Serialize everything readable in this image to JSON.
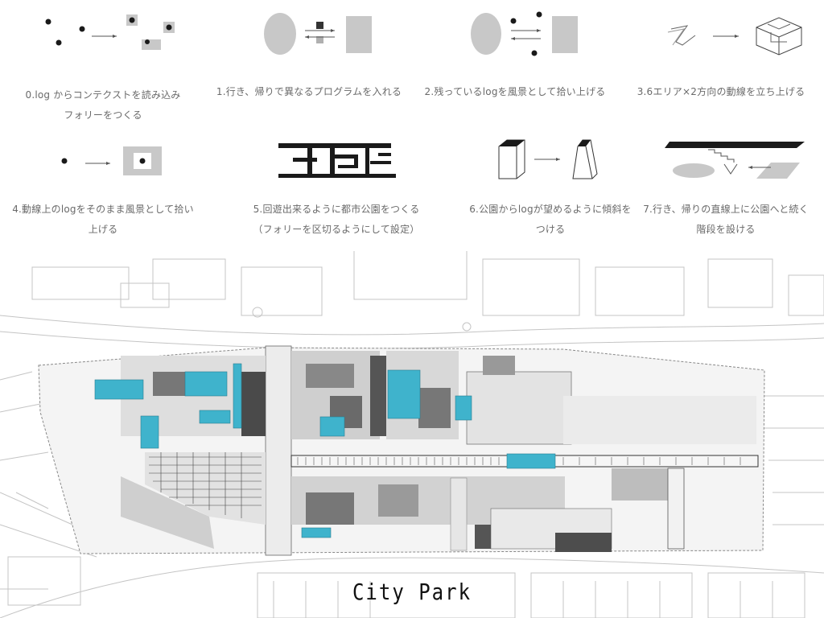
{
  "steps": [
    {
      "id": "0",
      "line1": "0.log からコンテクストを読み込み",
      "line2": "フォリーをつくる",
      "icon": "scatter-to-squares-icon"
    },
    {
      "id": "1",
      "line1": "1.行き、帰りで異なるプログラムを入れる",
      "line2": "",
      "icon": "two-way-program-icon"
    },
    {
      "id": "2",
      "line1": "2.残っているlogを風景として拾い上げる",
      "line2": "",
      "icon": "pick-up-log-icon"
    },
    {
      "id": "3",
      "line1": "3.6エリア×2方向の動線を立ち上げる",
      "line2": "",
      "icon": "raise-path-icon"
    },
    {
      "id": "4",
      "line1": "4.動線上のlogをそのまま風景として拾い",
      "line2": "上げる",
      "icon": "dot-framed-icon"
    },
    {
      "id": "5",
      "line1": "5.回遊出来るように都市公園をつくる",
      "line2": "（フォリーを区切るようにして設定）",
      "icon": "park-circulation-icon"
    },
    {
      "id": "6",
      "line1": "6.公園からlogが望めるように傾斜を",
      "line2": "つける",
      "icon": "slope-block-icon"
    },
    {
      "id": "7",
      "line1": "7.行き、帰りの直線上に公園へと続く",
      "line2": "階段を設ける",
      "icon": "stair-link-icon"
    }
  ],
  "plan": {
    "title": "City Park"
  },
  "colors": {
    "accent": "#3fb3cc",
    "dark": "#1a1a1a",
    "grey": "#c8c8c8",
    "line": "#b0b0b0"
  }
}
